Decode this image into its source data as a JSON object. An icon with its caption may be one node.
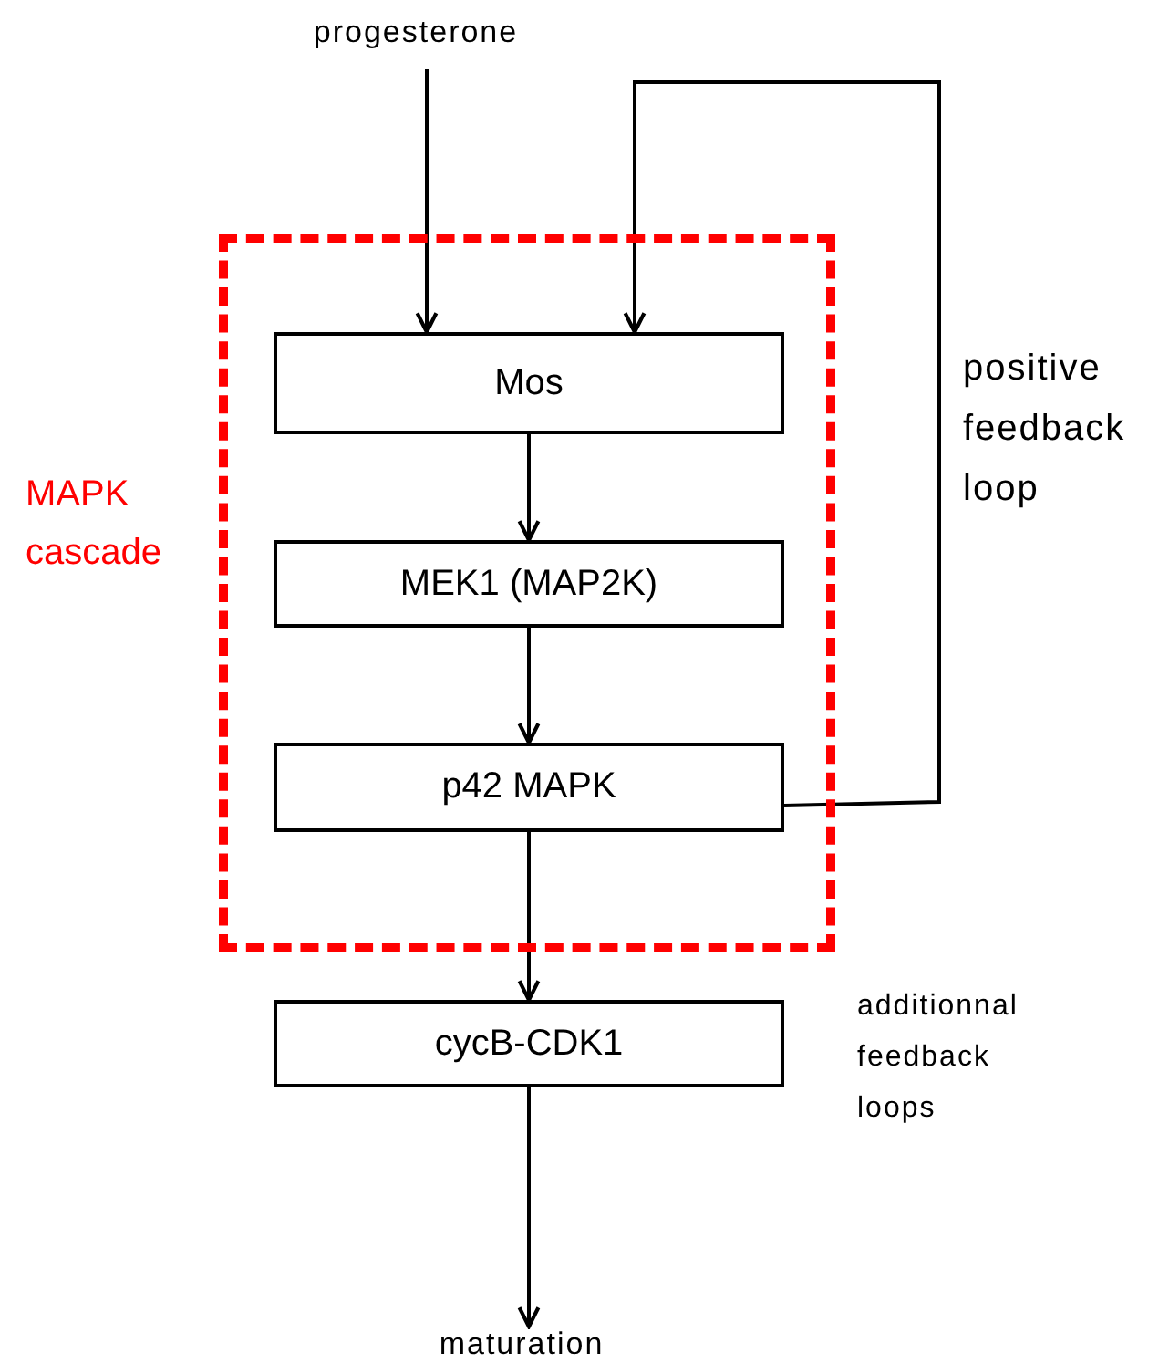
{
  "diagram": {
    "nodes": [
      {
        "text": [
          "MAPK cascade"
        ]
      },
      {
        "text": [
          "progesterone"
        ]
      },
      {
        "text": [
          "Mos"
        ],
        "in": 0
      },
      {
        "text": [
          "MEK1 (MAP2K)"
        ],
        "in": 0
      },
      {
        "text": [
          "p42 MAPK"
        ],
        "in": 0
      },
      {
        "text": [
          "cycB-CDK1"
        ],
        "beside": [
          "additionnal feedback loops"
        ]
      },
      {
        "text": [
          "maturation"
        ]
      }
    ],
    "edges": [
      {
        "from": 1,
        "to": 2,
        "arrow": "to"
      },
      {
        "from": 4,
        "to": 2,
        "arrow": "to",
        "label": "positive feedback loop"
      },
      {
        "from": 2,
        "to": 3,
        "arrow": "to"
      },
      {
        "from": 3,
        "to": 4,
        "arrow": "to"
      },
      {
        "from": 4,
        "to": 5,
        "arrow": "to"
      },
      {
        "from": 5,
        "to": 6,
        "arrow": "to"
      }
    ]
  }
}
